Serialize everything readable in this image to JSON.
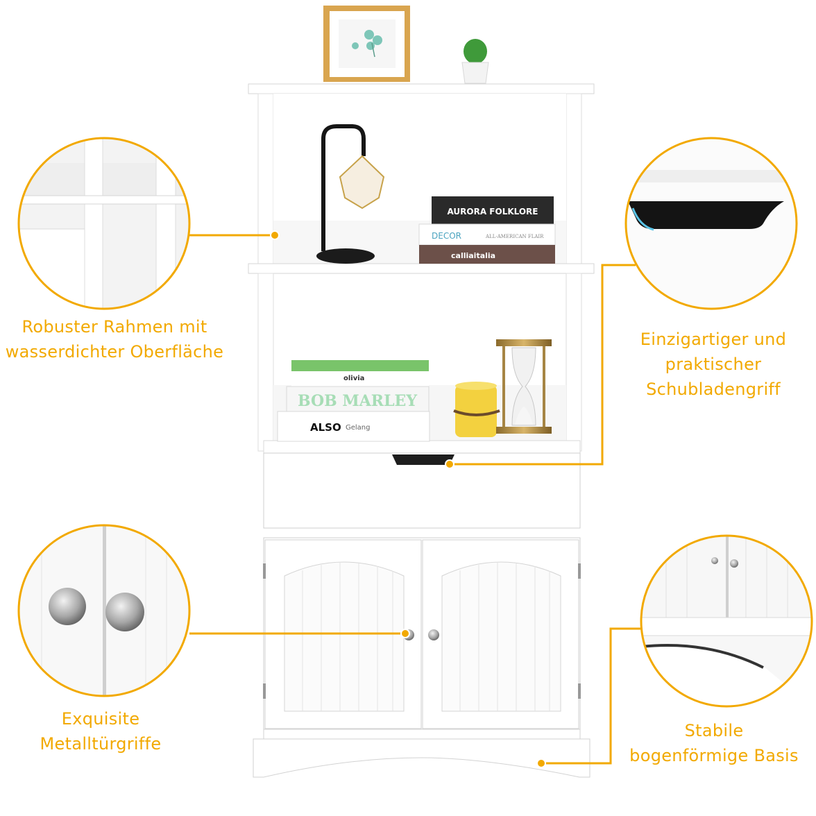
{
  "colors": {
    "accent": "#f2a900",
    "cabinet": "#ffffff",
    "cabinet_edge": "#d9d9d9",
    "background": "#ffffff"
  },
  "callouts": [
    {
      "id": "frame",
      "icon": "frame-detail-photo",
      "lines": [
        "Robuster Rahmen mit",
        "wasserdichter Oberfläche"
      ]
    },
    {
      "id": "handle",
      "icon": "drawer-handle-detail-photo",
      "lines": [
        "Einzigartiger und",
        "praktischer",
        "Schubladengriff"
      ]
    },
    {
      "id": "knobs",
      "icon": "metal-knob-detail-photo",
      "lines": [
        "Exquisite",
        "Metalltürgriffe"
      ]
    },
    {
      "id": "base",
      "icon": "arched-base-detail-photo",
      "lines": [
        "Stabile",
        "bogenförmige Basis"
      ]
    }
  ],
  "props": {
    "book_top_1": "AURORA  FOLKLORE",
    "book_top_2": "DECOR",
    "book_top_2_sub": "ALL-AMERICAN FLAIR",
    "book_top_3": "calliaitalia",
    "book_mid_1": "olivia",
    "book_mid_2": "BOB MARLEY",
    "book_mid_3": "ALSO",
    "book_mid_3_sub": "Gelang"
  }
}
